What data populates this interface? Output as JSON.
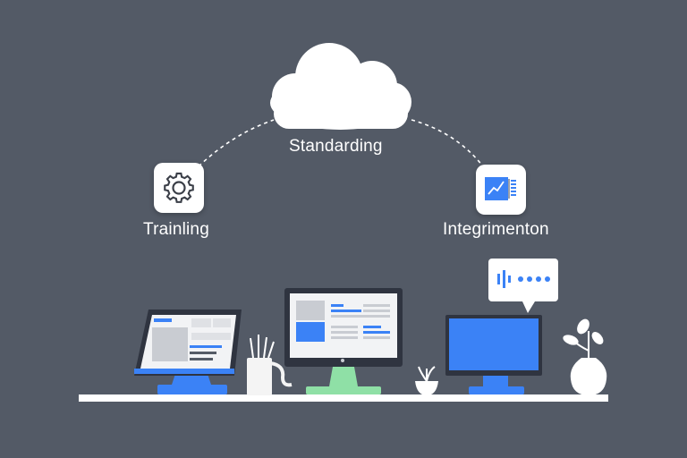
{
  "diagram": {
    "nodes": [
      {
        "id": "cloud",
        "label": "Standarding",
        "icon": "cloud-icon"
      },
      {
        "id": "left",
        "label": "Trainling",
        "icon": "gear-icon"
      },
      {
        "id": "right",
        "label": "Integrimenton",
        "icon": "chart-document-icon"
      }
    ],
    "connectors": [
      {
        "from": "left",
        "to": "cloud",
        "style": "dashed"
      },
      {
        "from": "cloud",
        "to": "right",
        "style": "dashed"
      }
    ]
  },
  "scene": {
    "items": [
      "laptop",
      "monitor",
      "pen-cup",
      "small-plant",
      "desktop-monitor",
      "chat-bubble",
      "vase-plant"
    ],
    "colors": {
      "background": "#535a66",
      "accent": "#3b82f6",
      "white": "#ffffff",
      "stand_green": "#8fe0a6",
      "dark_frame": "#2f3440"
    }
  }
}
